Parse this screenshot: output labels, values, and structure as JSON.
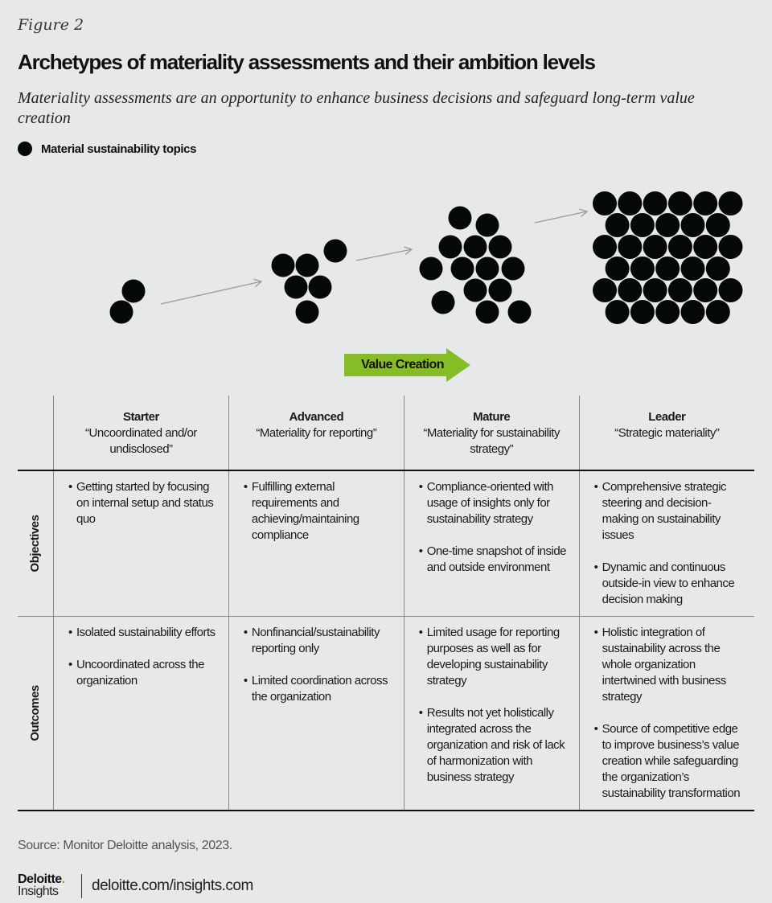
{
  "figure_label": "Figure 2",
  "title": "Archetypes of materiality assessments and their ambition levels",
  "subtitle": "Materiality assessments are an opportunity to enhance business decisions and safeguard long-term value creation",
  "legend": {
    "label": "Material sustainability topics",
    "dot_color": "#050809"
  },
  "value_creation": {
    "label": "Value Creation",
    "color": "#86bc25"
  },
  "stages": [
    {
      "name": "Starter",
      "quote": "“Uncoordinated and/or undisclosed”",
      "topic_count": 2
    },
    {
      "name": "Advanced",
      "quote": "“Materiality for reporting”",
      "topic_count": 6
    },
    {
      "name": "Mature",
      "quote": "“Materiality for sustainability strategy”",
      "topic_count": 14
    },
    {
      "name": "Leader",
      "quote": "“Strategic materiality”",
      "topic_count": 33
    }
  ],
  "rows": [
    {
      "label": "Objectives",
      "cells": [
        [
          "Getting started by focusing on internal setup and status quo"
        ],
        [
          "Fulfilling external requirements and achieving/maintaining compliance"
        ],
        [
          "Compliance-oriented with usage of insights only for sustainability strategy",
          "One-time snapshot of inside and outside environment"
        ],
        [
          "Comprehensive strategic steering and decision-making on sustainability issues",
          "Dynamic and continuous outside-in view to enhance decision making"
        ]
      ]
    },
    {
      "label": "Outcomes",
      "cells": [
        [
          "Isolated sustainability efforts",
          "Uncoordinated across the organization"
        ],
        [
          "Nonfinancial/sustainability reporting only",
          "Limited coordination across the organization"
        ],
        [
          "Limited usage for reporting purposes as well as for developing sustainability strategy",
          "Results not yet holistically integrated across the organization and risk of lack of harmonization with business strategy"
        ],
        [
          "Holistic integration of sustainability across the whole organization intertwined with business strategy",
          "Source of competitive edge to improve business’s value creation while safeguarding the organization’s sustainability transformation"
        ]
      ]
    }
  ],
  "source": "Source: Monitor Deloitte analysis, 2023.",
  "footer": {
    "logo_top": "Deloitte",
    "logo_dot": ".",
    "logo_bottom": "Insights",
    "url": "deloitte.com/insights.com"
  }
}
